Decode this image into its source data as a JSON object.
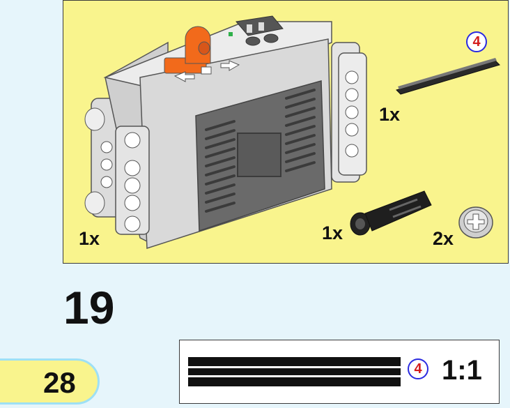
{
  "parts_callout": {
    "battery_box": {
      "quantity": "1x",
      "icon": "battery-box-icon"
    },
    "axle": {
      "quantity": "1x",
      "length": "4",
      "icon": "axle-icon"
    },
    "axle_pin": {
      "quantity": "1x",
      "icon": "axle-pin-icon"
    },
    "bush": {
      "quantity": "2x",
      "icon": "bush-icon"
    }
  },
  "step": {
    "number": "19"
  },
  "page": {
    "number": "28"
  },
  "scale_reference": {
    "length": "4",
    "ratio": "1:1",
    "icon": "axle-silhouette-icon"
  },
  "colors": {
    "callout_background": "#f9f48d",
    "page_background": "#e6f5fb",
    "tab_border": "#9ee0f5",
    "switch_orange": "#f26a1b",
    "length_badge_ring": "#2a2ae0",
    "length_badge_text": "#d31b1b"
  }
}
